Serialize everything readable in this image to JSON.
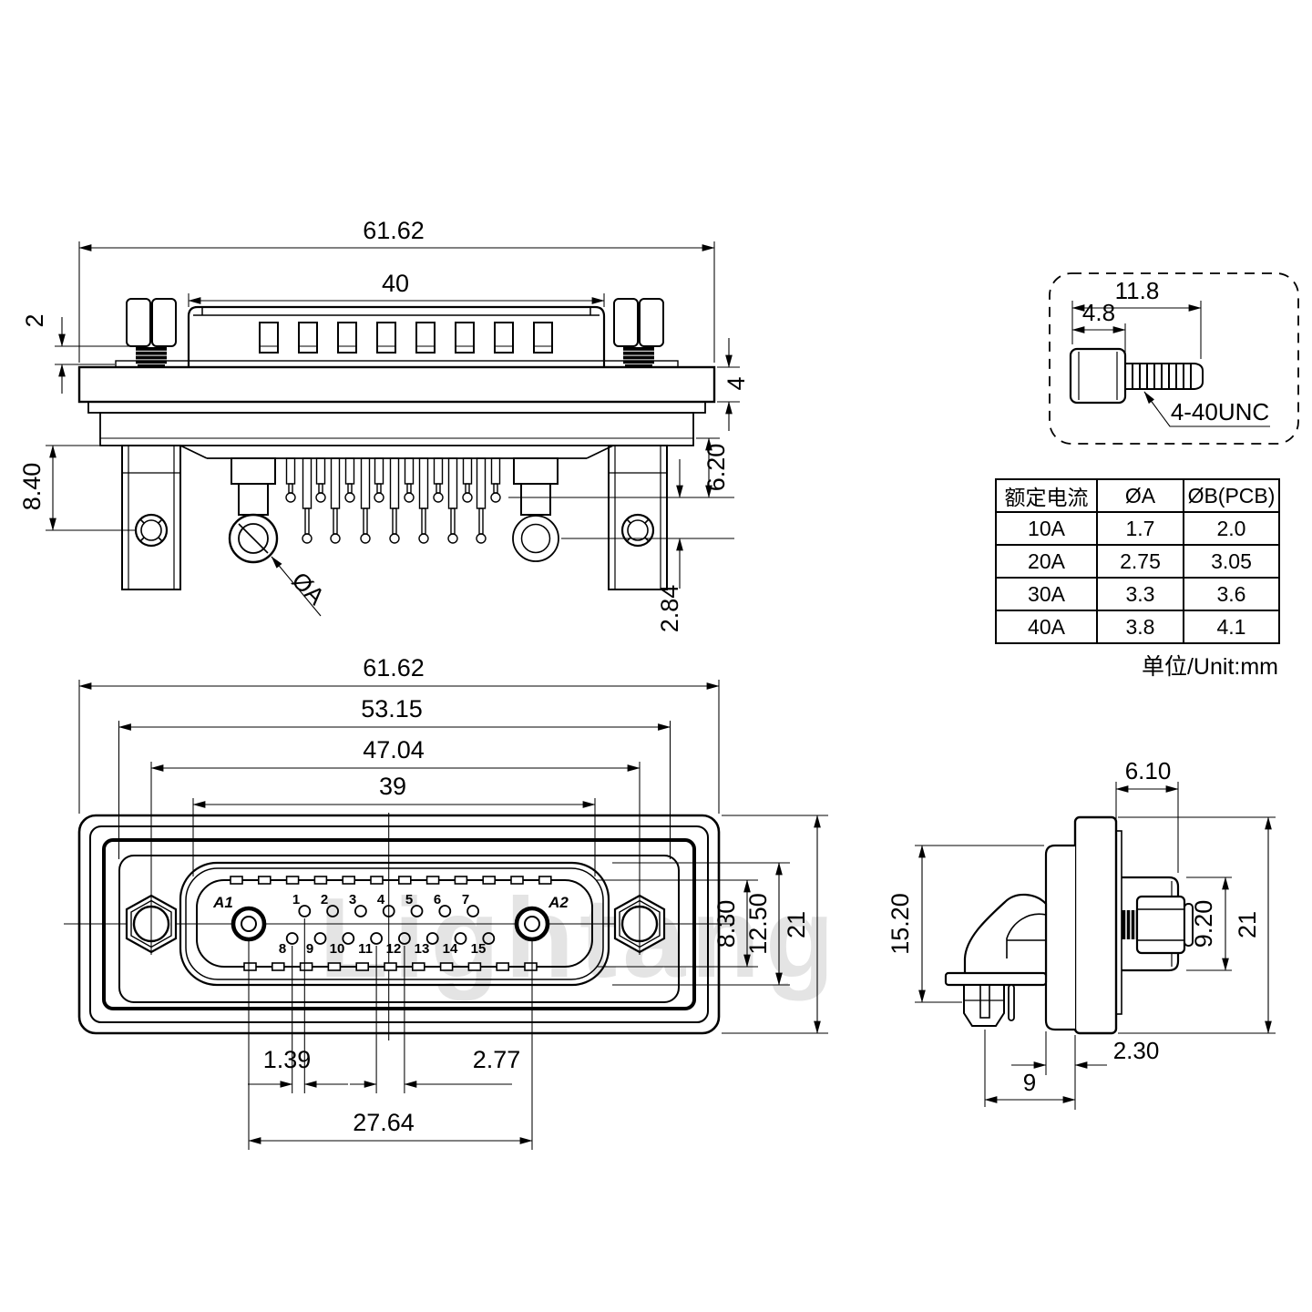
{
  "watermark": "Lightang",
  "top_view": {
    "dims": {
      "total_width": "61.62",
      "hood_width": "40",
      "screw_thread_gap": "2",
      "flange_to_hole": "8.40",
      "flange_thickness": "4",
      "pin_shoulder_depth": "6.20",
      "pin_tip_row_offset": "2.84",
      "coax_dia_label": "ØA"
    }
  },
  "screw_detail": {
    "total_length": "11.8",
    "head_length": "4.8",
    "thread_spec": "4-40UNC"
  },
  "spec_table": {
    "headers": [
      "额定电流",
      "ØA",
      "ØB(PCB)"
    ],
    "rows": [
      [
        "10A",
        "1.7",
        "2.0"
      ],
      [
        "20A",
        "2.75",
        "3.05"
      ],
      [
        "30A",
        "3.3",
        "3.6"
      ],
      [
        "40A",
        "3.8",
        "4.1"
      ]
    ],
    "unit_note": "单位/Unit:mm"
  },
  "front_view": {
    "dims": {
      "total_width": "61.62",
      "recess_width": "53.15",
      "mount_hole_spacing": "47.04",
      "insert_width": "39",
      "insert_height": "8.30",
      "shell_height": "12.50",
      "total_height": "21",
      "row_offset": "1.39",
      "pin_pitch": "2.77",
      "coax_pin_spacing": "27.64"
    },
    "coax_labels": [
      "A1",
      "A2"
    ],
    "pins": {
      "top": [
        "1",
        "2",
        "3",
        "4",
        "5",
        "6",
        "7"
      ],
      "bottom": [
        "8",
        "9",
        "10",
        "11",
        "12",
        "13",
        "14",
        "15"
      ]
    }
  },
  "side_view": {
    "dims": {
      "shell_depth": "6.10",
      "rear_body_height": "15.20",
      "jackscrew_height": "9.20",
      "total_height": "21",
      "board_standoff": "2.30",
      "pin_row_to_face": "9"
    }
  }
}
